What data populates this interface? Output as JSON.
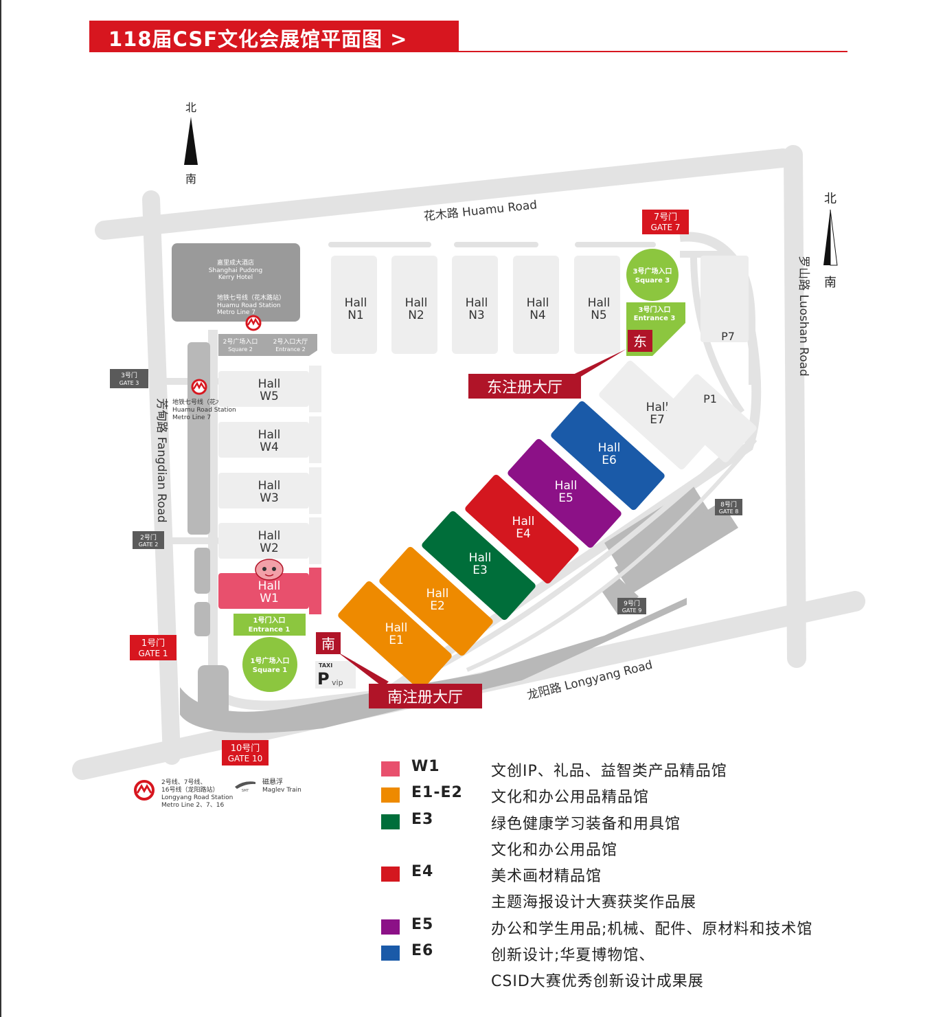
{
  "header": {
    "title": "118届CSF文化会展馆平面图 >"
  },
  "compass_top": {
    "north": "北",
    "south": "南"
  },
  "compass_right": {
    "north": "北",
    "south": "南"
  },
  "roads": {
    "huamu": "花木路 Huamu Road",
    "luoshan": "罗山路 Luoshan Road",
    "fangdian": "芳甸路 Fangdian Road",
    "longyang": "龙阳路 Longyang Road"
  },
  "hotel": {
    "cn": "嘉里成大酒店",
    "en1": "Shanghai Pudong",
    "en2": "Kerry Hotel"
  },
  "metro_top": {
    "line1": "地铁七号线（花木路站）",
    "line2": "Huamu Road Station",
    "line3": "Metro Line 7"
  },
  "metro_left": {
    "line1": "地铁七号线（花木路站）",
    "line2": "Huamu Road Station",
    "line3": "Metro Line 7"
  },
  "metro_bottom": {
    "line1": "2号线、7号线、",
    "line2": "16号线（龙阳路站）",
    "line3": "Longyang Road Station",
    "line4": "Metro Line 2、7、16"
  },
  "maglev": {
    "logo": "SMT",
    "cn": "磁悬浮",
    "en": "Maglev Train"
  },
  "square2": {
    "cn": "2号广场入口",
    "en": "Square 2"
  },
  "entrance2": {
    "cn": "2号入口大厅",
    "en": "Entrance 2"
  },
  "square3": {
    "cn": "3号广场入口",
    "en": "Square 3"
  },
  "entrance3": {
    "cn": "3号门入口",
    "en": "Entrance 3"
  },
  "entrance1": {
    "cn": "1号门入口",
    "en": "Entrance 1"
  },
  "square1": {
    "cn": "1号广场入口",
    "en": "Square 1"
  },
  "gates": {
    "gate1": {
      "cn": "1号门",
      "en": "GATE 1"
    },
    "gate2": {
      "cn": "2号门",
      "en": "GATE 2"
    },
    "gate3": {
      "cn": "3号门",
      "en": "GATE 3"
    },
    "gate7": {
      "cn": "7号门",
      "en": "GATE 7"
    },
    "gate8": {
      "cn": "8号门",
      "en": "GATE 8"
    },
    "gate9": {
      "cn": "9号门",
      "en": "GATE 9"
    },
    "gate10": {
      "cn": "10号门",
      "en": "GATE 10"
    }
  },
  "hall_word": "Hall",
  "halls_north": [
    "N1",
    "N2",
    "N3",
    "N4",
    "N5"
  ],
  "halls_west": [
    "W5",
    "W4",
    "W3",
    "W2",
    "W1"
  ],
  "halls_east": [
    "E1",
    "E2",
    "E3",
    "E4",
    "E5",
    "E6",
    "E7"
  ],
  "parking": {
    "p7": "P7",
    "p1": "P1",
    "taxi": "TAXI",
    "p": "P",
    "vip": "vip"
  },
  "registration": {
    "east_char": "东",
    "east_label": "东注册大厅",
    "south_char": "南",
    "south_label": "南注册大厅"
  },
  "colors": {
    "W1": "#e8506d",
    "E1": "#ee8a00",
    "E2": "#ee8a00",
    "E3": "#006e3a",
    "E4": "#d4171f",
    "E5": "#8c1187",
    "E6": "#1a5aa8",
    "E7": "#eeeeee",
    "green_badge": "#8cc63f",
    "red": "#d7161f",
    "dark_red": "#b01428"
  },
  "legend": [
    {
      "code": "W1",
      "color": "#e8506d",
      "desc": "文创IP、礼品、益智类产品精品馆"
    },
    {
      "code": "E1-E2",
      "color": "#ee8a00",
      "desc": "文化和办公用品精品馆"
    },
    {
      "code": "E3",
      "color": "#006e3a",
      "desc": "绿色健康学习装备和用具馆"
    },
    {
      "code": "",
      "color": "",
      "desc": "文化和办公用品馆"
    },
    {
      "code": "E4",
      "color": "#d4171f",
      "desc": "美术画材精品馆"
    },
    {
      "code": "",
      "color": "",
      "desc": "主题海报设计大赛获奖作品展"
    },
    {
      "code": "E5",
      "color": "#8c1187",
      "desc": "办公和学生用品;机械、配件、原材料和技术馆"
    },
    {
      "code": "E6",
      "color": "#1a5aa8",
      "desc": "创新设计;华夏博物馆、"
    },
    {
      "code": "",
      "color": "",
      "desc": "CSID大赛优秀创新设计成果展"
    }
  ]
}
